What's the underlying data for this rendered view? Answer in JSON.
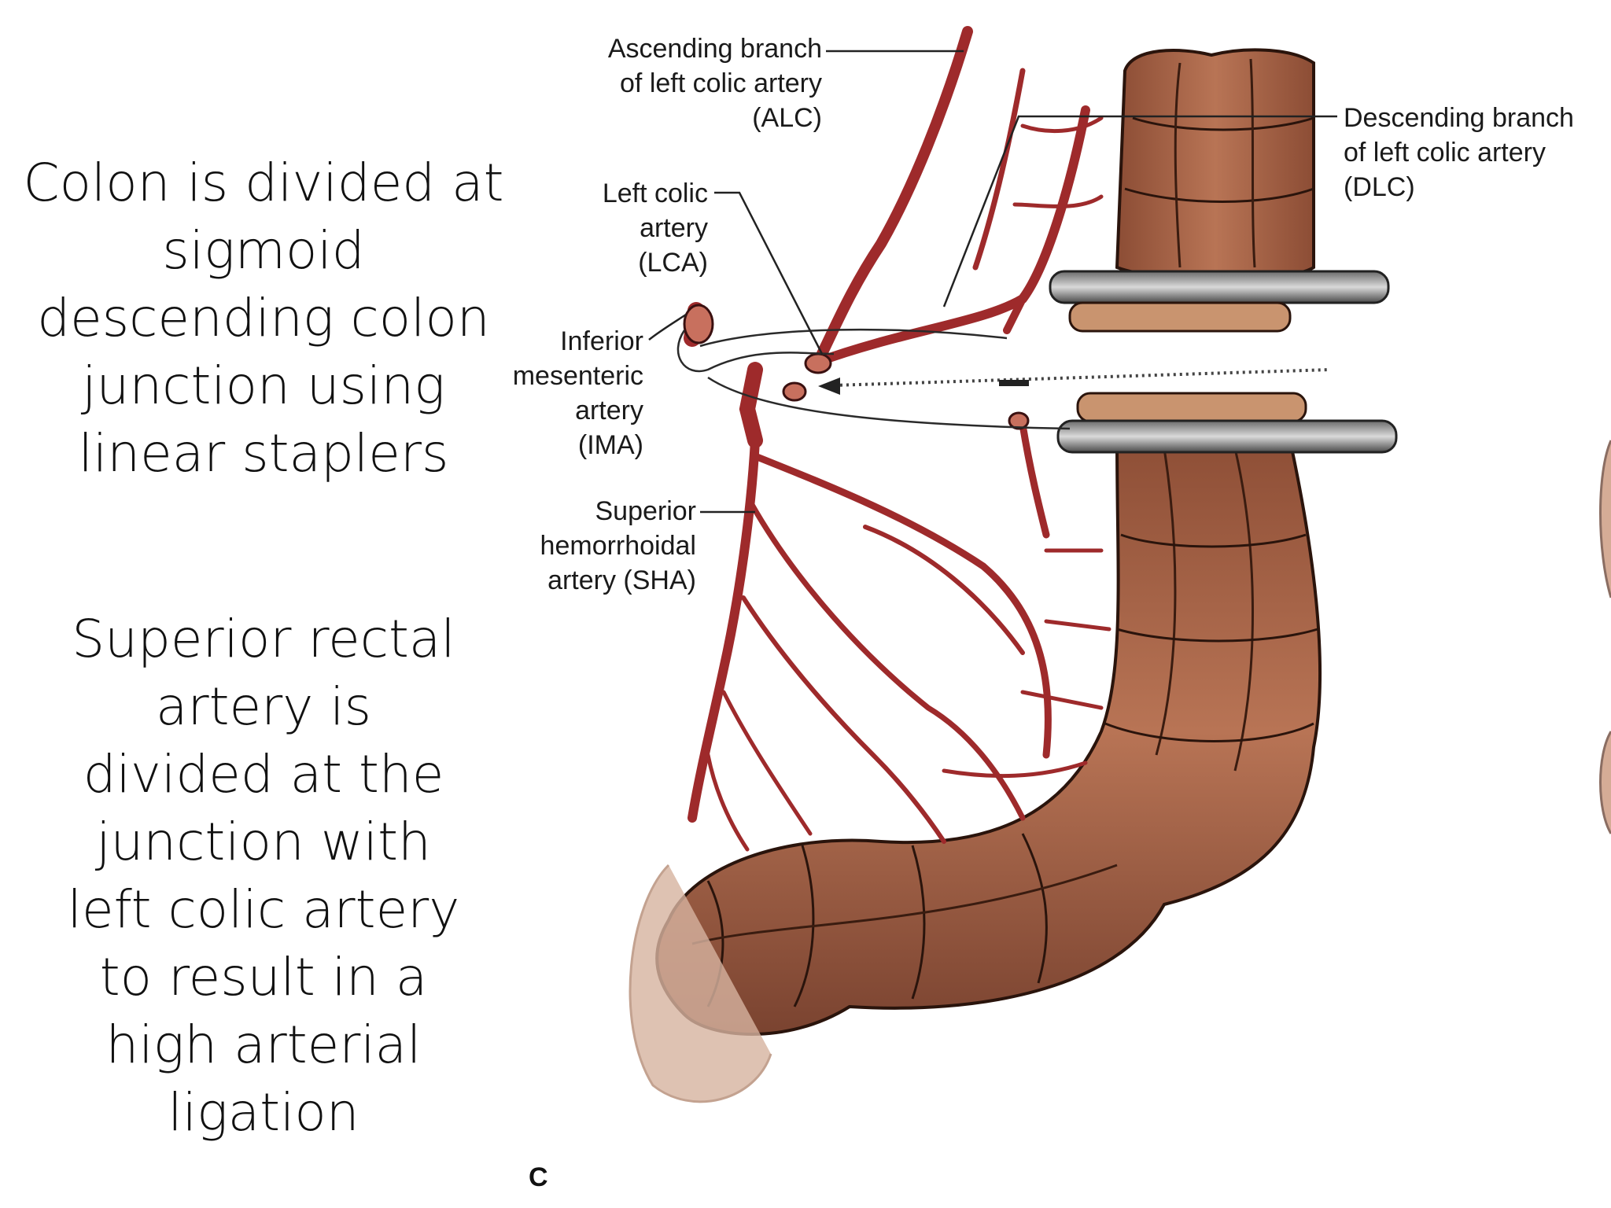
{
  "slide": {
    "text_block_1": [
      "Colon is divided at",
      "sigmoid",
      "descending colon",
      "junction using",
      "linear staplers"
    ],
    "text_block_2": [
      "Superior rectal",
      "artery is",
      "divided at the",
      "junction with",
      "left colic artery",
      "to result in a",
      "high arterial",
      "ligation"
    ]
  },
  "figure": {
    "labels": {
      "alc": [
        "Ascending branch",
        "of left colic artery",
        "(ALC)"
      ],
      "lca": [
        "Left colic",
        "artery",
        "(LCA)"
      ],
      "ima": [
        "Inferior",
        "mesenteric",
        "artery",
        "(IMA)"
      ],
      "sha": [
        "Superior",
        "hemorrhoidal",
        "artery (SHA)"
      ],
      "dlc": [
        "Descending branch",
        "of left colic artery",
        "(DLC)"
      ]
    },
    "panel_letter": "C"
  },
  "colors": {
    "artery": "#9e2a2b",
    "colon": "#a9664a",
    "colon_shadow": "#7a4330",
    "stapler": "#4a4a4a"
  }
}
